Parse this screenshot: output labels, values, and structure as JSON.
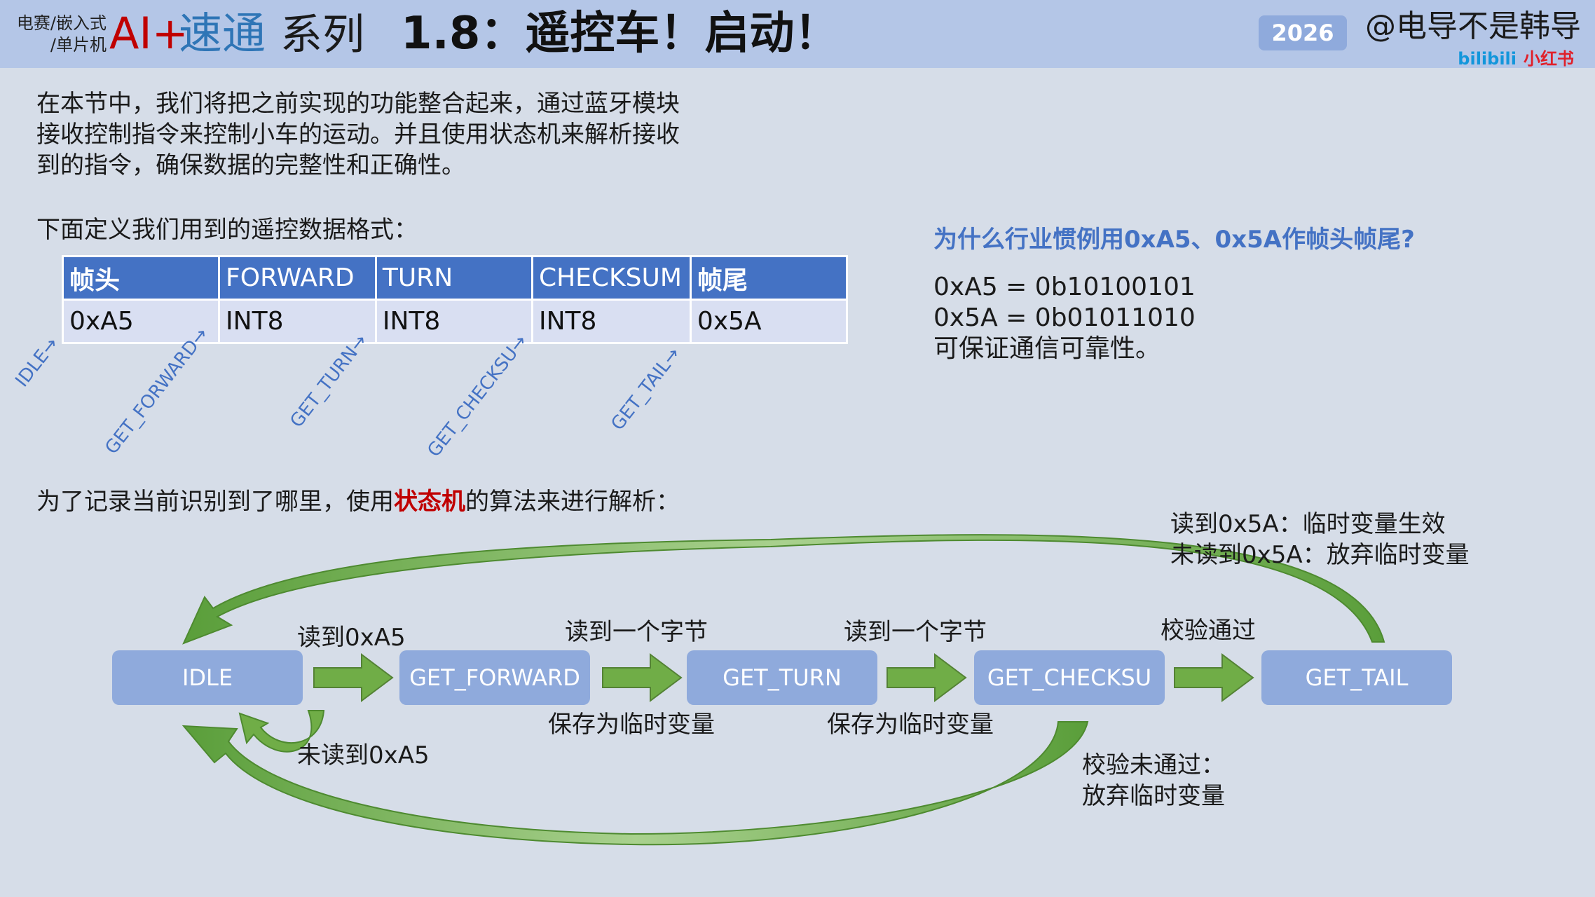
{
  "header": {
    "brand_small_line1": "电赛/嵌入式",
    "brand_small_line2": "/单片机",
    "brand_ai": "AI+",
    "brand_sutong": "速通",
    "brand_series": "系列",
    "title": "1.8：遥控车！启动！",
    "year": "2026",
    "author": "@电导不是韩导",
    "platform_bilibili": "bilibili",
    "platform_xhs": "小红书"
  },
  "intro": {
    "line1": "在本节中，我们将把之前实现的功能整合起来，通过蓝牙模块",
    "line2": "接收控制指令来控制小车的运动。并且使用状态机来解析接收",
    "line3": "到的指令，确保数据的完整性和正确性。"
  },
  "format_title": "下面定义我们用到的遥控数据格式：",
  "table": {
    "headers": [
      "帧头",
      "FORWARD",
      "TURN",
      "CHECKSUM",
      "帧尾"
    ],
    "row": [
      "0xA5",
      "INT8",
      "INT8",
      "INT8",
      "0x5A"
    ]
  },
  "state_labels": [
    "IDLE→",
    "GET_FORWARD→",
    "GET_TURN→",
    "GET_CHECKSU→",
    "GET_TAIL→"
  ],
  "why": {
    "title": "为什么行业惯例用0xA5、0x5A作帧头帧尾?",
    "line1": "0xA5 = 0b10100101",
    "line2": "0x5A = 0b01011010",
    "line3": "可保证通信可靠性。"
  },
  "state_machine": {
    "title_pre": "为了记录当前识别到了哪里，使用",
    "title_highlight": "状态机",
    "title_post": "的算法来进行解析：",
    "states": [
      "IDLE",
      "GET_FORWARD",
      "GET_TURN",
      "GET_CHECKSU",
      "GET_TAIL"
    ],
    "labels": {
      "read_a5": "读到0xA5",
      "read_byte_1": "读到一个字节",
      "read_byte_2": "读到一个字节",
      "checksum_ok": "校验通过",
      "save_temp_1": "保存为临时变量",
      "save_temp_2": "保存为临时变量",
      "not_a5": "未读到0xA5",
      "checksum_fail_1": "校验未通过：",
      "checksum_fail_2": "放弃临时变量",
      "tail_ok": "读到0x5A：临时变量生效",
      "tail_fail": "未读到0x5A：放弃临时变量"
    }
  },
  "colors": {
    "header_bg": "#b4c6e7",
    "page_bg": "#d6dde8",
    "table_header": "#4472c4",
    "table_cell": "#d9dff2",
    "state_box": "#8faadc",
    "arrow_green": "#5a9e3a",
    "accent_red": "#c00000",
    "accent_blue": "#4472c4"
  }
}
